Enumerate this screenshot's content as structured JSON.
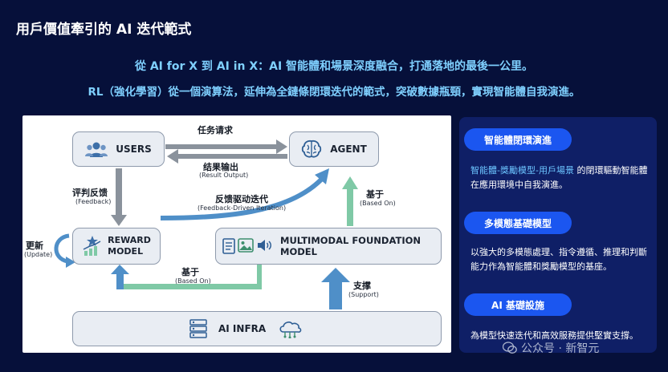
{
  "page": {
    "title": "用戶價值牽引的 AI 迭代範式",
    "subtitle_line1": "從 AI for X 到 AI in X：AI 智能體和場景深度融合，打通落地的最後一公里。",
    "subtitle_line2": "RL（強化學習）從一個演算法，延伸為全鏈條閉環迭代的範式，突破數據瓶頸，實現智能體自我演進。"
  },
  "diagram": {
    "nodes": {
      "users": "USERS",
      "agent": "AGENT",
      "reward_line1": "REWARD",
      "reward_line2": "MODEL",
      "multimodal": "MULTIMODAL FOUNDATION MODEL",
      "infra": "AI INFRA"
    },
    "edges": {
      "task_request": "任务请求",
      "result_output_zh": "结果输出",
      "result_output_en": "(Result Output)",
      "feedback_zh": "评判反馈",
      "feedback_en": "(Feedback)",
      "feedback_driven_zh": "反馈驱动迭代",
      "feedback_driven_en": "(Feedback-Driven Iteration)",
      "based_on_agent_zh": "基于",
      "based_on_agent_en": "(Based On)",
      "update_zh": "更新",
      "update_en": "(Update)",
      "based_on_reward_zh": "基于",
      "based_on_reward_en": "(Based On)",
      "support_zh": "支撑",
      "support_en": "(Support)"
    }
  },
  "sidebar": {
    "sections": [
      {
        "label": "智能體閉環演進",
        "desc_highlight": "智能體-獎勵模型-用戶場景",
        "desc_rest": " 的閉環驅動智能體在應用環境中自我演進。"
      },
      {
        "label": "多模態基礎模型",
        "desc": "以強大的多模態處理、指令遵循、推理和判斷能力作為智能體和獎勵模型的基座。"
      },
      {
        "label": "AI 基礎設施",
        "desc": "為模型快速迭代和高效服務提供堅實支撐。"
      }
    ]
  },
  "watermark": "公众号 · 新智元",
  "colors": {
    "background": "#06103a",
    "title_accent": "#7fd0ff",
    "arrow_gray": "#8a929c",
    "arrow_blue": "#4f8fc8",
    "arrow_green": "#7fc9a6",
    "pill_blue": "#1b56f0",
    "panel_navy": "#0f1f66"
  },
  "icons": [
    "users-icon",
    "brain-icon",
    "trophy-chart-icon",
    "document-icon",
    "image-icon",
    "audio-icon",
    "server-icon",
    "cloud-icon",
    "refresh-arrow-icon",
    "wechat-icon"
  ]
}
